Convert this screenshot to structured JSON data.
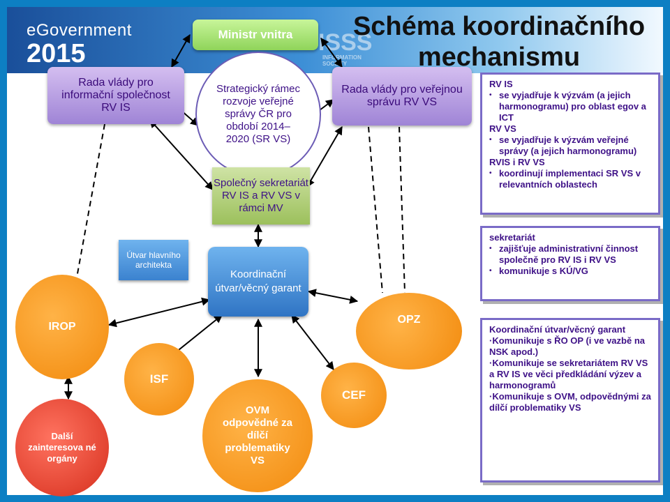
{
  "banner": {
    "logo_title": "eGovernment",
    "logo_year": "2015",
    "watermark": "ISSS",
    "watermark_sub": "INFORMATION SOCIETY"
  },
  "title": "Schéma koordinačního mechanismu",
  "nodes": {
    "ministr": "Ministr vnitra",
    "rv_is": "Rada vlády pro informační společnost RV IS",
    "strategicky": "Strategický rámec rozvoje veřejné správy ČR pro období 2014–2020 (SR VS)",
    "rv_vs": "Rada vlády pro veřejnou správu RV VS",
    "spolecny": "Společný sekretariát RV IS a RV VS v rámci MV",
    "utvar": "Útvar hlavního architekta",
    "koordinacni": "Koordinační útvar/věcný garant",
    "irop": "IROP",
    "opz": "OPZ",
    "isf": "ISF",
    "cef": "CEF",
    "ovm": "OVM odpovědné za dílčí problematiky VS",
    "dalsi": "Další zainteresova né orgány"
  },
  "panel_rv": {
    "h1": "RV IS",
    "b1": "se vyjadřuje k výzvám (a jejich harmonogramu) pro oblast egov a ICT",
    "h2": "RV VS",
    "b2": "se vyjadřuje k výzvám veřejné správy (a jejich harmonogramu)",
    "h3": "RVIS i RV VS",
    "b3": "koordinují implementaci SR VS v relevantních oblastech"
  },
  "panel_sekretariat": {
    "h": "sekretariát",
    "b1": "zajišťuje administrativní činnost společně pro RV IS i RV VS",
    "b2": "komunikuje s KÚ/VG"
  },
  "panel_koordinacni": {
    "h": "Koordinační útvar/věcný garant",
    "l1": "·Komunikuje s ŘO OP (i ve vazbě na NSK apod.)",
    "l2": "·Komunikuje se sekretariátem RV VS a RV IS ve věci předkládání výzev a harmonogramů",
    "l3": "·Komunikuje s OVM, odpovědnými za dílčí problematiky VS"
  }
}
